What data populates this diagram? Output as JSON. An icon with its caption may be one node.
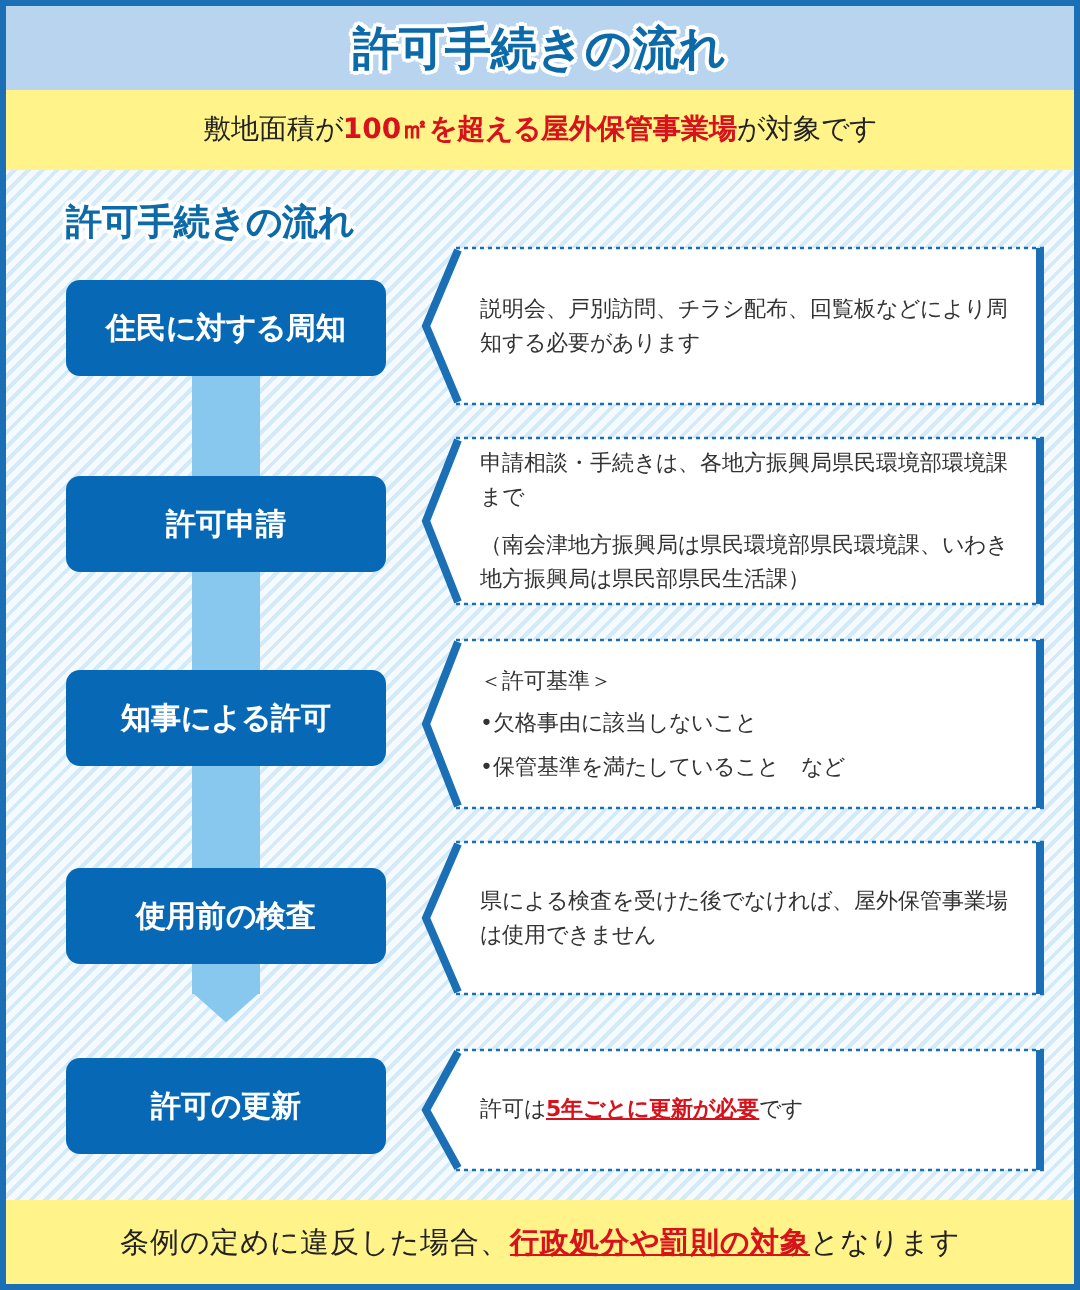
{
  "diagram": {
    "title": "許可手続きの流れ",
    "nodes": [
      {
        "text": [
          "住民に対する周知"
        ]
      },
      {
        "text": [
          "許可申請"
        ]
      },
      {
        "text": [
          "知事による許可"
        ]
      },
      {
        "text": [
          "使用前の検査"
        ]
      },
      {
        "text": [
          "許可の更新"
        ]
      },
      {
        "text": [
          "説明会、戸別訪問、チラシ配布、回覧板などにより周知する必要があります"
        ]
      },
      {
        "text": [
          "申請相談・手続きは、各地方振興局県民環境部環境課まで",
          "（南会津地方振興局は県民環境部県民環境課、いわき地方振興局は県民部県民生活課）"
        ]
      },
      {
        "text": [
          "＜許可基準＞",
          "•欠格事由に該当しないこと",
          "•保管基準を満たしていること　など"
        ]
      },
      {
        "text": [
          "県による検査を受けた後でなければ、屋外保管事業場は使用できません"
        ]
      },
      {
        "text": [
          "許可は**5年ごとに更新が必要**です"
        ]
      }
    ],
    "edges": [
      {
        "from": 0,
        "to": 1,
        "arrow": "none"
      },
      {
        "from": 1,
        "to": 2,
        "arrow": "none"
      },
      {
        "from": 2,
        "to": 3,
        "arrow": "none"
      },
      {
        "from": 3,
        "to": 4,
        "arrow": "to"
      }
    ],
    "labels": [
      "敷地面積が**100㎡を超える屋外保管事業場**が対象です",
      "許可手続きの流れ",
      "条例の定めに違反した場合、**行政処分や罰則の対象**となります"
    ]
  }
}
